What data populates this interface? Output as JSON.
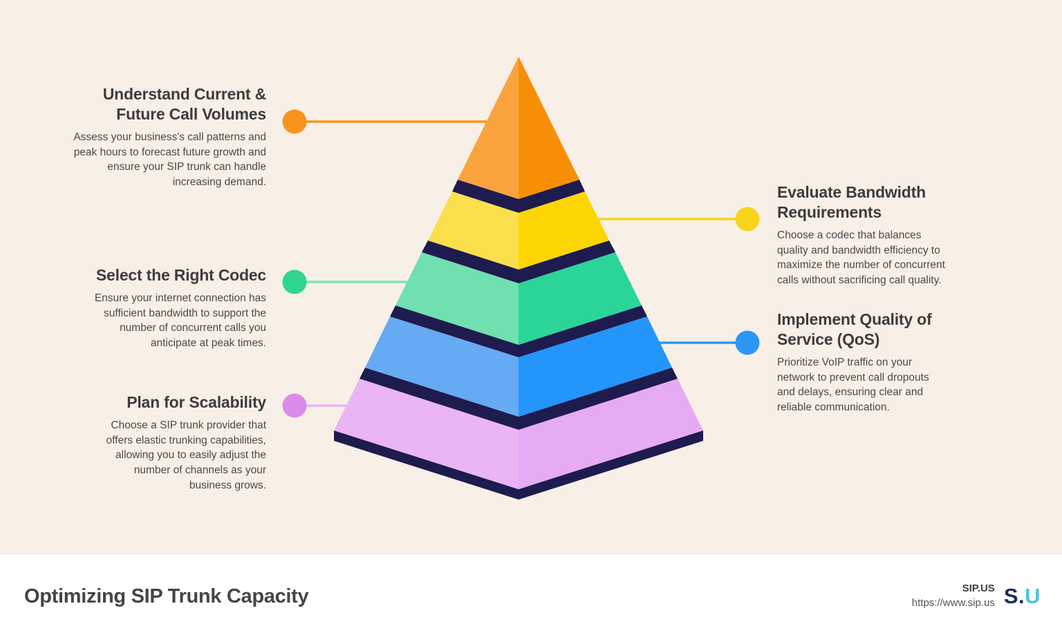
{
  "colors": {
    "background": "#F8F0E7",
    "footer_background": "#FFFFFF",
    "separator_navy": "#1E1B4E",
    "heading_text": "#3E3C3C",
    "body_text": "#4B4949"
  },
  "steps": [
    {
      "key": "call-volumes",
      "side": "left",
      "title": "Understand Current &\nFuture Call Volumes",
      "body": "Assess your business's call patterns and\npeak hours to forecast future growth and\nensure your SIP trunk can handle\nincreasing demand.",
      "dot_color": "#F7941E",
      "line_color": "#F7941E"
    },
    {
      "key": "bandwidth",
      "side": "right",
      "title": "Evaluate Bandwidth\nRequirements",
      "body": "Choose a codec that balances\nquality and bandwidth efficiency to\nmaximize the number of concurrent\ncalls without sacrificing call quality.",
      "dot_color": "#F9D41C",
      "line_color": "#F9D41C"
    },
    {
      "key": "codec",
      "side": "left",
      "title": "Select the Right Codec",
      "body": "Ensure your internet connection has\nsufficient bandwidth to support the\nnumber of concurrent calls you\nanticipate at peak times.",
      "dot_color": "#2FD68E",
      "line_color": "#7EE2B7"
    },
    {
      "key": "qos",
      "side": "right",
      "title": "Implement Quality of\nService (QoS)",
      "body": "Prioritize VoIP traffic on your\nnetwork to prevent call dropouts\nand delays, ensuring clear and\nreliable communication.",
      "dot_color": "#2E96F3",
      "line_color": "#2E96F3"
    },
    {
      "key": "scalability",
      "side": "left",
      "title": "Plan for Scalability",
      "body": "Choose a SIP trunk provider that\noffers elastic trunking capabilities,\nallowing you to easily adjust the\nnumber of channels as your\nbusiness grows.",
      "dot_color": "#DD8BEA",
      "line_color": "#ECB3F3"
    }
  ],
  "pyramid": {
    "separator": "#1E1B4E",
    "layers": [
      {
        "name": "call-volumes",
        "left": "#FAA33E",
        "right": "#F78F06"
      },
      {
        "name": "bandwidth",
        "left": "#FBDF4D",
        "right": "#FCD503"
      },
      {
        "name": "codec",
        "left": "#70E0B1",
        "right": "#2BD598"
      },
      {
        "name": "qos",
        "left": "#65AAF3",
        "right": "#2395FB"
      },
      {
        "name": "scalability",
        "left": "#EBB5F5",
        "right": "#E6ABF2"
      }
    ]
  },
  "footer": {
    "title": "Optimizing SIP Trunk Capacity",
    "brand": "SIP.US",
    "url": "https://www.sip.us",
    "logo_dark": "S.",
    "logo_light": "U"
  }
}
